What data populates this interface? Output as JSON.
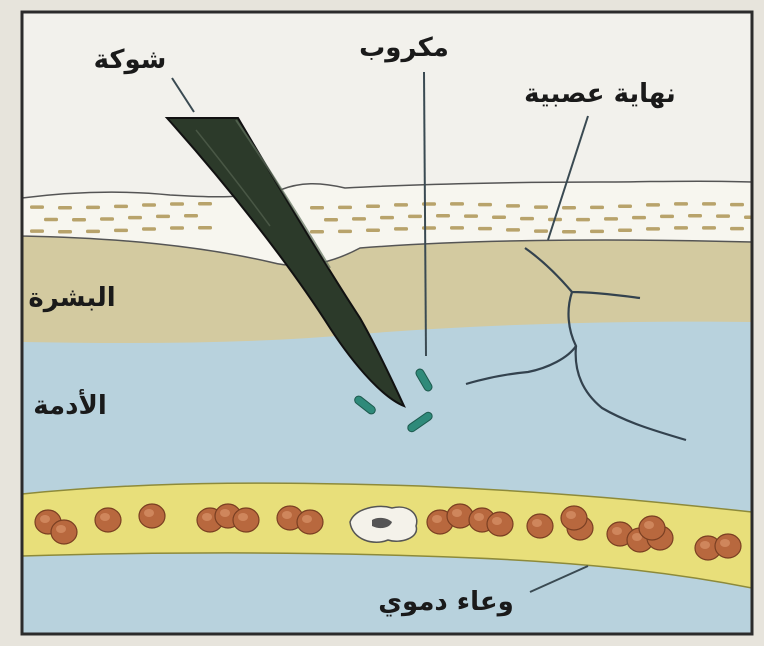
{
  "labels": {
    "thorn": "شوكة",
    "microbe": "مكروب",
    "nerve_ending": "نهاية عصبية",
    "epidermis": "البشرة",
    "dermis": "الأدمة",
    "blood_vessel": "وعاء دموي"
  },
  "colors": {
    "frame": "#2b2b2b",
    "outer_background": "#f2f1ec",
    "stratum_corneum": "#f7f6ef",
    "epidermis": "#d3caa0",
    "dermis": "#b8d2dd",
    "blood_vessel": "#e8df7a",
    "blood_cells": "#b8683e",
    "thorn": "#2c3a2a",
    "microbe": "#2f8a7a",
    "nerve": "#33424e"
  },
  "icons": {
    "thorn": "thorn-shape",
    "microbe": "rod-bacteria",
    "nerve_ending": "branching-nerve",
    "blood_cells": "red-blood-cells",
    "white_cell": "white-blood-cell"
  }
}
